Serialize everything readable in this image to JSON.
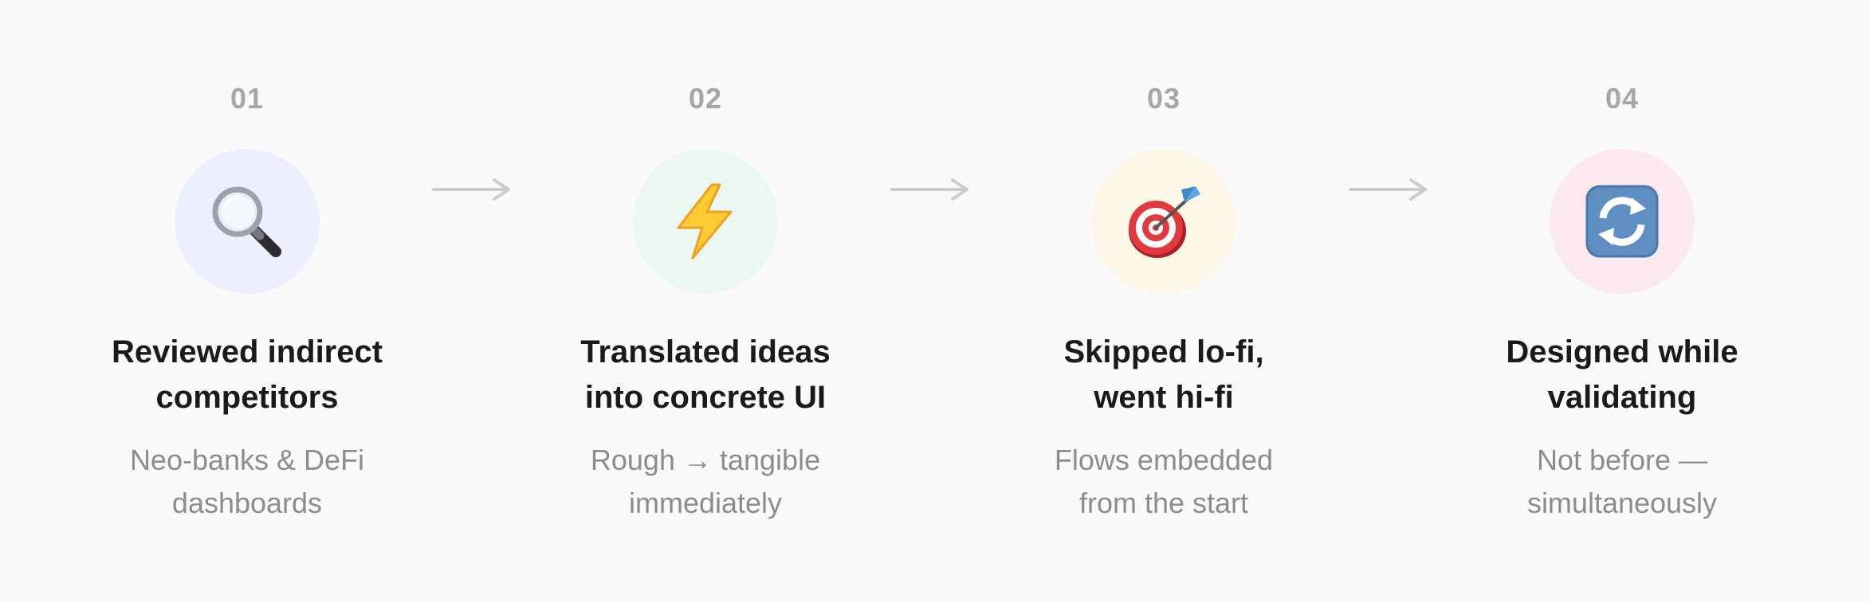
{
  "colors": {
    "background": "#fafafa",
    "step_number": "#a6a6a6",
    "title": "#1a1a1a",
    "description": "#8c8c8c",
    "arrow": "#cccccc"
  },
  "steps": [
    {
      "number": "01",
      "icon": "magnifying-glass-icon",
      "circle_color": "#eceffe",
      "title_line1": "Reviewed indirect",
      "title_line2": "competitors",
      "desc_line1": "Neo-banks & DeFi",
      "desc_line2": "dashboards"
    },
    {
      "number": "02",
      "icon": "lightning-icon",
      "circle_color": "#eaf8f1",
      "title_line1": "Translated ideas",
      "title_line2": "into concrete UI",
      "desc_line1": "Rough → tangible",
      "desc_line2": "immediately"
    },
    {
      "number": "03",
      "icon": "target-icon",
      "circle_color": "#fdf7e8",
      "title_line1": "Skipped lo-fi,",
      "title_line2": "went hi-fi",
      "desc_line1": "Flows embedded",
      "desc_line2": "from the start"
    },
    {
      "number": "04",
      "icon": "refresh-icon",
      "circle_color": "#fbe9ef",
      "title_line1": "Designed while",
      "title_line2": "validating",
      "desc_line1": "Not before —",
      "desc_line2": "simultaneously"
    }
  ]
}
